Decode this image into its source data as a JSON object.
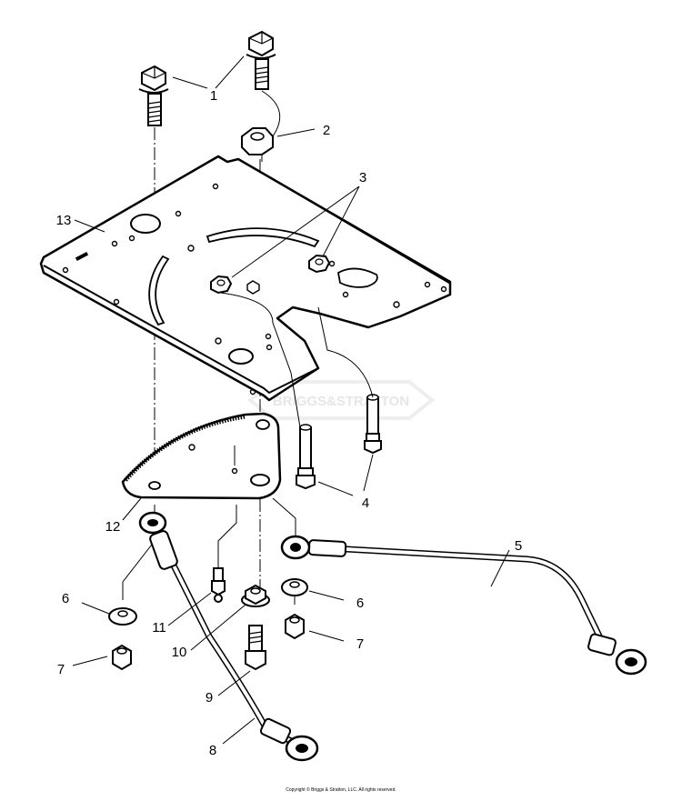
{
  "watermark": "BRIGGS&STRATTON",
  "callouts": {
    "c1": "1",
    "c2": "2",
    "c3": "3",
    "c4": "4",
    "c5": "5",
    "c6a": "6",
    "c6b": "6",
    "c7a": "7",
    "c7b": "7",
    "c8": "8",
    "c9": "9",
    "c10": "10",
    "c11": "11",
    "c12": "12",
    "c13": "13"
  },
  "copyright": "Copyright © Briggs & Stratton, LLC. All rights reserved."
}
